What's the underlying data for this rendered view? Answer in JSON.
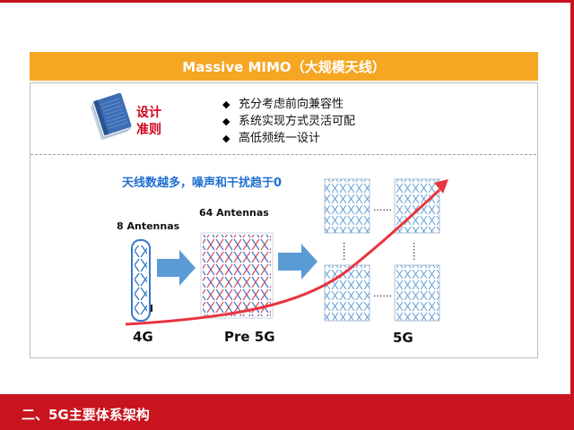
{
  "slide": {
    "title": "Massive MIMO（大规模天线）",
    "principle_line1": "设计",
    "principle_line2": "准则",
    "bullets": [
      "充分考虑前向兼容性",
      "系统实现方式灵活可配",
      "高低频统一设计"
    ],
    "bullet_marker": "◆",
    "headline": "天线数越多，噪声和干扰趋于0",
    "antenna_labels": {
      "eight": "8 Antennas",
      "sixtyfour": "64 Antennas"
    },
    "stages": {
      "g4": "4G",
      "pre5g": "Pre 5G",
      "g5": "5G"
    },
    "dots": "......",
    "footer": "二、5G主要体系架构"
  },
  "colors": {
    "accent_red": "#c8141e",
    "banner_orange": "#f5a623",
    "headline_blue": "#1f6fd1",
    "antenna_blue": "#3a78c9",
    "antenna_red": "#d94b5b",
    "arrow_blue": "#5b9bd5"
  },
  "icons": {
    "book": "book-icon",
    "arrow": "right-arrow-icon",
    "trend": "trend-arrow-icon"
  }
}
